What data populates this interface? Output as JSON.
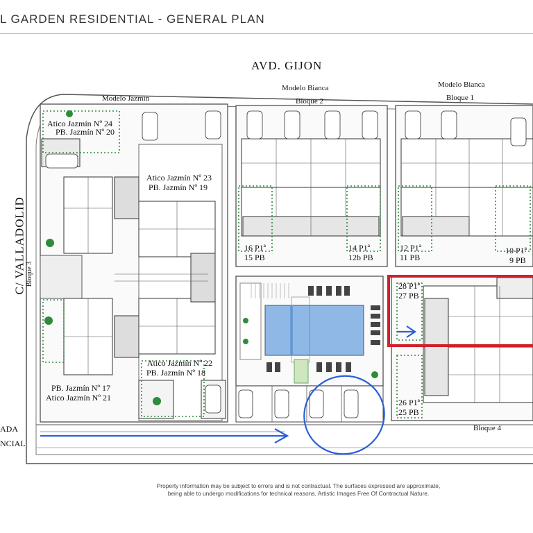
{
  "header": {
    "title": "L GARDEN RESIDENTIAL - GENERAL PLAN"
  },
  "streets": {
    "top": "AVD. GIJON",
    "left": "C/ VALLADOLID",
    "bottom_partial_1": "ADA",
    "bottom_partial_2": "NCIAL"
  },
  "models": {
    "jazmin": "Modelo Jazmín",
    "bianca_1": "Modelo Bianca",
    "bianca_2": "Modelo Bianca"
  },
  "blocks": {
    "b1": "Bloque 1",
    "b2": "Bloque 2",
    "b3": "Bloque 3",
    "b4": "Bloque 4"
  },
  "units": {
    "u24": "Atico Jazmín Nº 24",
    "u20": "PB. Jazmín Nº 20",
    "u23": "Atico Jazmín Nº 23",
    "u19": "PB. Jazmín Nº 19",
    "u22": "Atico Jazmín Nº 22",
    "u18": "PB. Jazmín Nº 18",
    "u17": "PB. Jazmín Nº 17",
    "u21": "Atico Jazmín Nº 21",
    "u16": "16 P1ª",
    "u15": "15 PB",
    "u14": "14 P1ª",
    "u12b": "12b PB",
    "u12": "12 P1ª",
    "u11": "11 PB",
    "u10": "10 P1ª",
    "u9": "9 PB",
    "u28": "28 P1ª",
    "u27": "27 PB",
    "u26": "26 P1ª",
    "u25": "25 PB"
  },
  "disclaimer": {
    "line1": "Property information may be subject to errors and is not contractual. The surfaces expressed are approximate,",
    "line2": "being able to undergo modifications for technical reasons. Artistic Images Free Of Contractual Nature."
  },
  "colors": {
    "annotation_red": "#d0202a",
    "annotation_blue": "#2a5fd8",
    "pool": "#8fb8e6",
    "garden_dots": "#2e8b3a"
  }
}
